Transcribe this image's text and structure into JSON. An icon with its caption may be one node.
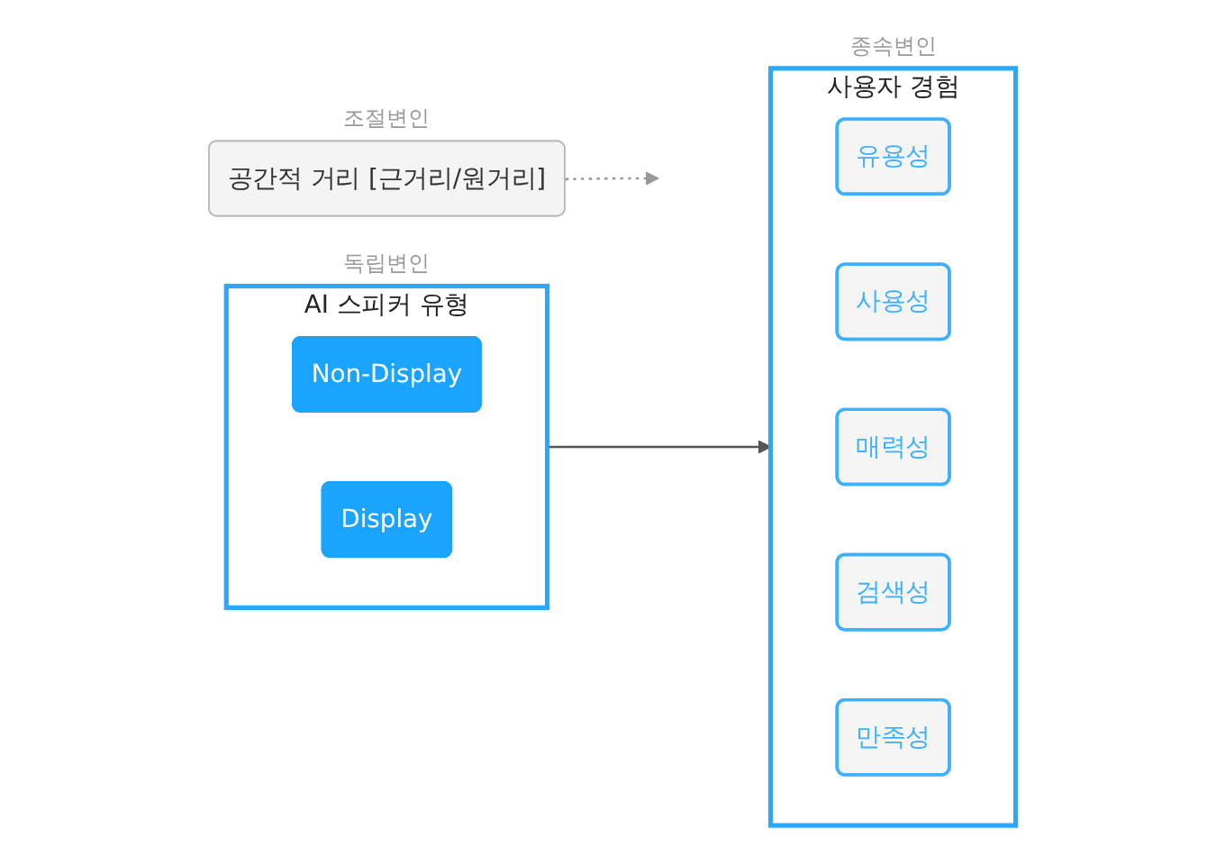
{
  "diagram": {
    "nodes": [
      {
        "text": [
          "AI 스피커 유형"
        ],
        "beside": [
          "독립변인"
        ]
      },
      {
        "text": [
          "Non-Display"
        ],
        "in": 0
      },
      {
        "text": [
          "Display"
        ],
        "in": 0
      },
      {
        "text": [
          "공간적 거리 [근거리/원거리]"
        ],
        "beside": [
          "조절변인"
        ]
      },
      {
        "text": [
          "사용자 경험"
        ],
        "beside": [
          "종속변인"
        ]
      },
      {
        "text": [
          "유용성"
        ],
        "in": 4
      },
      {
        "text": [
          "사용성"
        ],
        "in": 4
      },
      {
        "text": [
          "매력성"
        ],
        "in": 4
      },
      {
        "text": [
          "검색성"
        ],
        "in": 4
      },
      {
        "text": [
          "만족성"
        ],
        "in": 4
      }
    ],
    "edges": [
      {
        "from": 0,
        "to": 4,
        "arrow": "to"
      },
      {
        "from": 3,
        "to": null,
        "arrow": "to",
        "style": "dashed"
      }
    ]
  }
}
